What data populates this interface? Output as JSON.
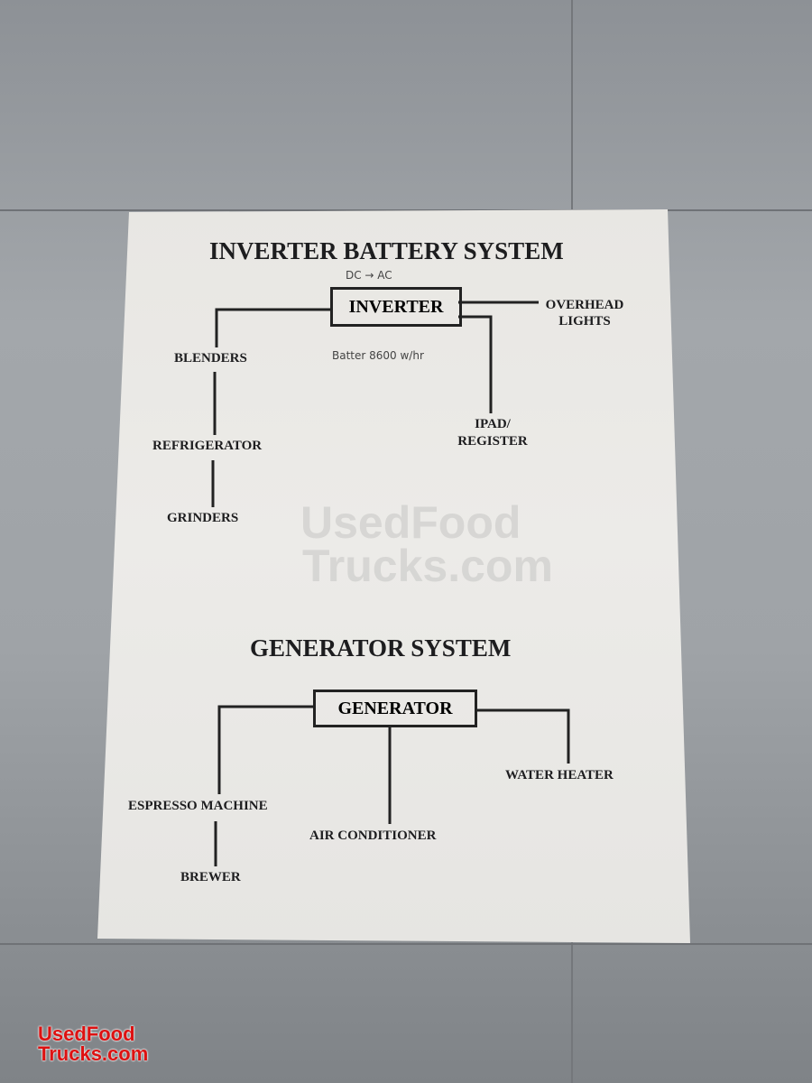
{
  "inverter_section": {
    "title": "INVERTER BATTERY SYSTEM",
    "box": "INVERTER",
    "note_top": "DC → AC",
    "note_battery": "Batter  8600 w/hr",
    "left": [
      "BLENDERS",
      "REFRIGERATOR",
      "GRINDERS"
    ],
    "right_top": "OVERHEAD LIGHTS",
    "right_bottom": "IPAD/ REGISTER"
  },
  "generator_section": {
    "title": "GENERATOR SYSTEM",
    "box": "GENERATOR",
    "left": [
      "ESPRESSO MACHINE",
      "BREWER"
    ],
    "center": "AIR CONDITIONER",
    "right": "WATER HEATER"
  },
  "watermark": {
    "line1": "UsedFood",
    "line2": "Trucks.com"
  },
  "logo": {
    "line1": "UsedFood",
    "line2": "Trucks.com"
  }
}
